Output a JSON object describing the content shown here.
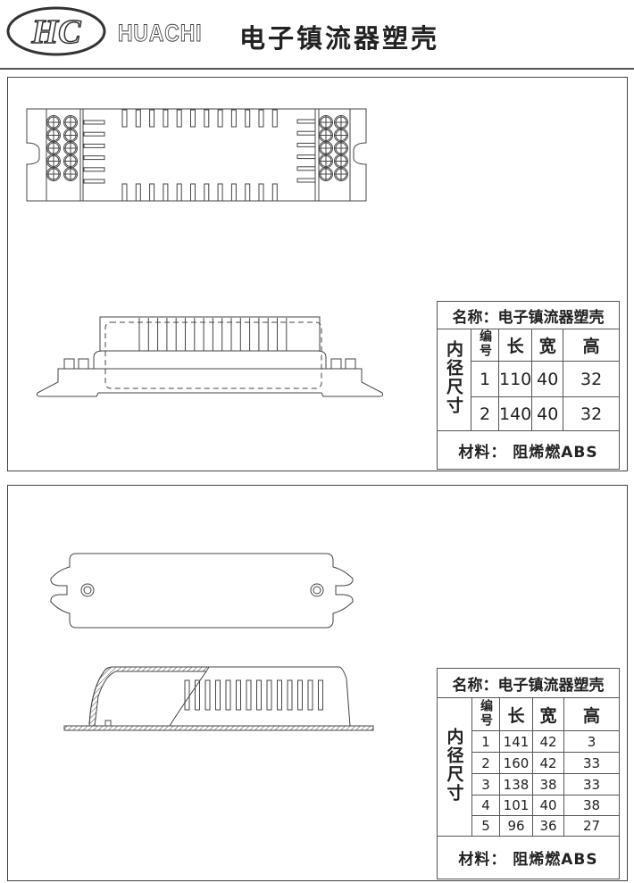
{
  "header": {
    "logo_text": "HC",
    "brand": "HUACHI",
    "title": "电子镇流器塑壳"
  },
  "tables": [
    {
      "name_label": "名称：电子镇流器塑壳",
      "side_label": "内径尺寸",
      "columns": [
        "编号",
        "长",
        "宽",
        "高"
      ],
      "rows": [
        [
          "1",
          "110",
          "40",
          "32"
        ],
        [
          "2",
          "140",
          "40",
          "32"
        ]
      ],
      "material_label": "材料：  阻烯燃ABS"
    },
    {
      "name_label": "名称：电子镇流器塑壳",
      "side_label": "内径尺寸",
      "columns": [
        "编号",
        "长",
        "宽",
        "高"
      ],
      "rows": [
        [
          "1",
          "141",
          "42",
          "3"
        ],
        [
          "2",
          "160",
          "42",
          "33"
        ],
        [
          "3",
          "138",
          "38",
          "33"
        ],
        [
          "4",
          "101",
          "40",
          "38"
        ],
        [
          "5",
          "96",
          "36",
          "27"
        ]
      ],
      "material_label": "材料：  阻烯燃ABS"
    }
  ]
}
